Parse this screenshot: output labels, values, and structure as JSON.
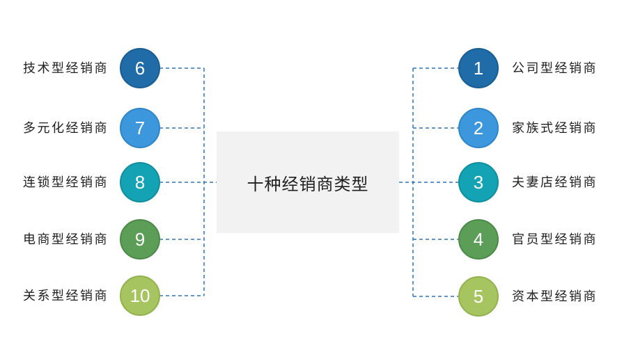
{
  "title": "十种经销商类型",
  "left_items": [
    {
      "num": "6",
      "label": "技术型经销商",
      "color": "#1F6CA8"
    },
    {
      "num": "7",
      "label": "多元化经销商",
      "color": "#3D97DC"
    },
    {
      "num": "8",
      "label": "连锁型经销商",
      "color": "#14A3B4"
    },
    {
      "num": "9",
      "label": "电商型经销商",
      "color": "#5C9D57"
    },
    {
      "num": "10",
      "label": "关系型经销商",
      "color": "#A6C45F"
    }
  ],
  "right_items": [
    {
      "num": "1",
      "label": "公司型经销商",
      "color": "#1F6CA8"
    },
    {
      "num": "2",
      "label": "家族式经销商",
      "color": "#3D97DC"
    },
    {
      "num": "3",
      "label": "夫妻店经销商",
      "color": "#14A3B4"
    },
    {
      "num": "4",
      "label": "官员型经销商",
      "color": "#5C9D57"
    },
    {
      "num": "5",
      "label": "资本型经销商",
      "color": "#A6C45F"
    }
  ],
  "colors": {
    "connector": "#2E74B5",
    "box_background": "#F2F2F2",
    "text": "#1F1F1F",
    "circle_number": "#FFFFFF"
  }
}
